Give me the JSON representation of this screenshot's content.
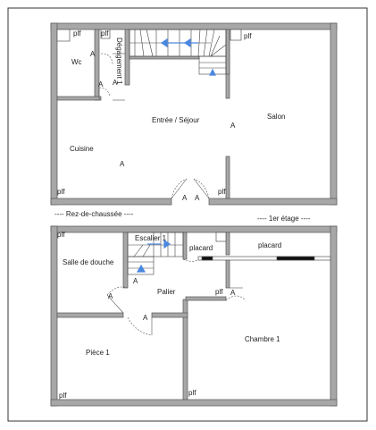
{
  "ground_floor": {
    "caption": "----  Rez-de-chaussée  ----",
    "rooms": {
      "wc": "Wc",
      "degagement": "Dégagement 1",
      "entree_sejour": "Entrée / Séjour",
      "salon": "Salon",
      "cuisine": "Cuisine"
    },
    "marks": {
      "plf": "plf",
      "a": "A"
    }
  },
  "first_floor": {
    "caption": "----  1er étage  ----",
    "rooms": {
      "escalier": "Escalier 1",
      "placard_1": "placard",
      "placard_2": "placard",
      "salle_de_douche": "Salle de douche",
      "palier": "Palier",
      "piece_1": "Pièce 1",
      "chambre_1": "Chambre 1"
    },
    "marks": {
      "plf": "plf",
      "a": "A"
    }
  },
  "colors": {
    "wall": "#a7a7a7",
    "wall_outline": "#555555",
    "stair_arrow": "#4a88e0",
    "frame": "#333333"
  }
}
